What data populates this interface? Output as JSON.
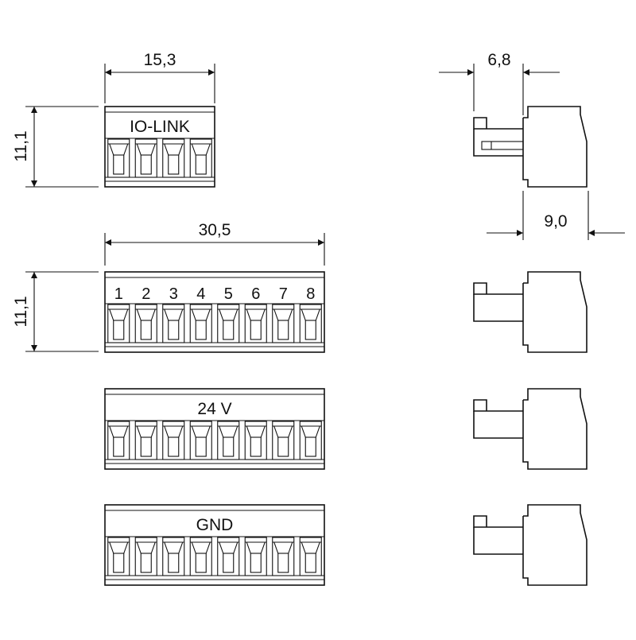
{
  "connectors": [
    {
      "id": "io-link",
      "label": "IO-LINK",
      "pins": 4
    },
    {
      "id": "numbered",
      "label": "",
      "pins": 8,
      "pin_numbers": [
        "1",
        "2",
        "3",
        "4",
        "5",
        "6",
        "7",
        "8"
      ]
    },
    {
      "id": "24v",
      "label": "24 V",
      "pins": 8
    },
    {
      "id": "gnd",
      "label": "GND",
      "pins": 8
    }
  ],
  "dimensions": {
    "io_link_width": "15,3",
    "io_link_height": "11,1",
    "eight_pin_width": "30,5",
    "eight_pin_height": "11,1",
    "side_plug_depth": "6,8",
    "side_body_depth": "9,0"
  },
  "colors": {
    "line": "#111111",
    "background": "#ffffff"
  }
}
